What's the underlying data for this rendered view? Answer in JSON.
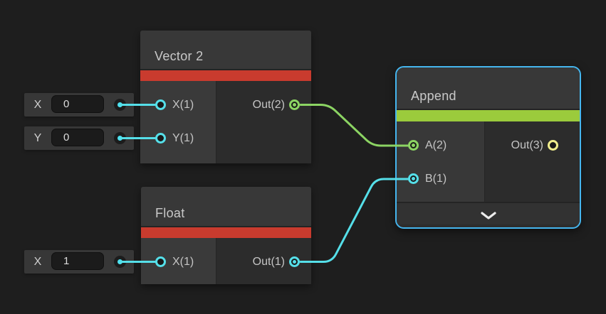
{
  "graph": {
    "background": "#1E1E1E",
    "selection_color": "#45B6EF"
  },
  "colors": {
    "wire_cyan": "#55DFE9",
    "wire_green": "#8CD463",
    "port_cyan": "#55DFE9",
    "port_green": "#8CD463",
    "port_yellow": "#F1EE8D",
    "accent_red": "#C93B2E",
    "accent_green": "#9BCB3C"
  },
  "nodes": {
    "vector2": {
      "title": "Vector 2",
      "ports": {
        "x": "X(1)",
        "y": "Y(1)",
        "out": "Out(2)"
      }
    },
    "float1": {
      "title": "Float",
      "ports": {
        "x": "X(1)",
        "out": "Out(1)"
      }
    },
    "append": {
      "title": "Append",
      "selected": "true",
      "ports": {
        "a": "A(2)",
        "b": "B(1)",
        "out": "Out(3)"
      }
    }
  },
  "inline_inputs": {
    "vector2_x": {
      "label": "X",
      "value": "0"
    },
    "vector2_y": {
      "label": "Y",
      "value": "0"
    },
    "float_x": {
      "label": "X",
      "value": "1"
    }
  }
}
